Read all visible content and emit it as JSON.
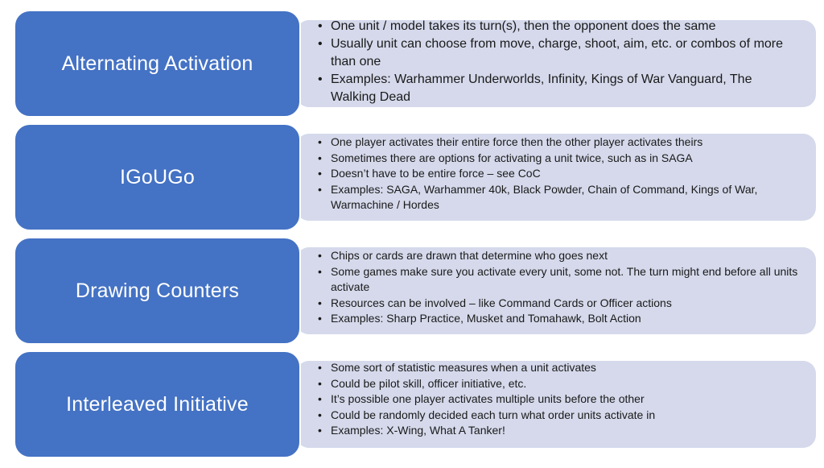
{
  "rows": [
    {
      "label": "Alternating Activation",
      "bullets": [
        "One unit / model takes its turn(s), then the opponent does the same",
        "Usually unit can choose from move, charge, shoot, aim, etc. or combos of more than one",
        "Examples: Warhammer Underworlds, Infinity, Kings of War Vanguard, The Walking Dead"
      ]
    },
    {
      "label": "IGoUGo",
      "bullets": [
        "One player activates their entire force then the other player activates theirs",
        "Sometimes there are options for activating a unit twice, such as in SAGA",
        "Doesn’t have to be entire force – see CoC",
        "Examples: SAGA, Warhammer 40k, Black Powder, Chain of Command, Kings of War, Warmachine / Hordes"
      ]
    },
    {
      "label": "Drawing Counters",
      "bullets": [
        "Chips or cards are drawn that determine who goes next",
        "Some games make sure you activate every unit, some not. The turn might end before all units activate",
        "Resources can be involved – like Command Cards or Officer actions",
        "Examples: Sharp Practice, Musket and Tomahawk, Bolt Action"
      ]
    },
    {
      "label": "Interleaved Initiative",
      "bullets": [
        "Some sort of statistic measures when a unit activates",
        "Could be pilot skill, officer initiative, etc.",
        "It’s possible one player activates multiple units before the other",
        "Could be randomly decided each turn what order units activate in",
        "Examples: X-Wing, What A Tanker!"
      ]
    }
  ]
}
